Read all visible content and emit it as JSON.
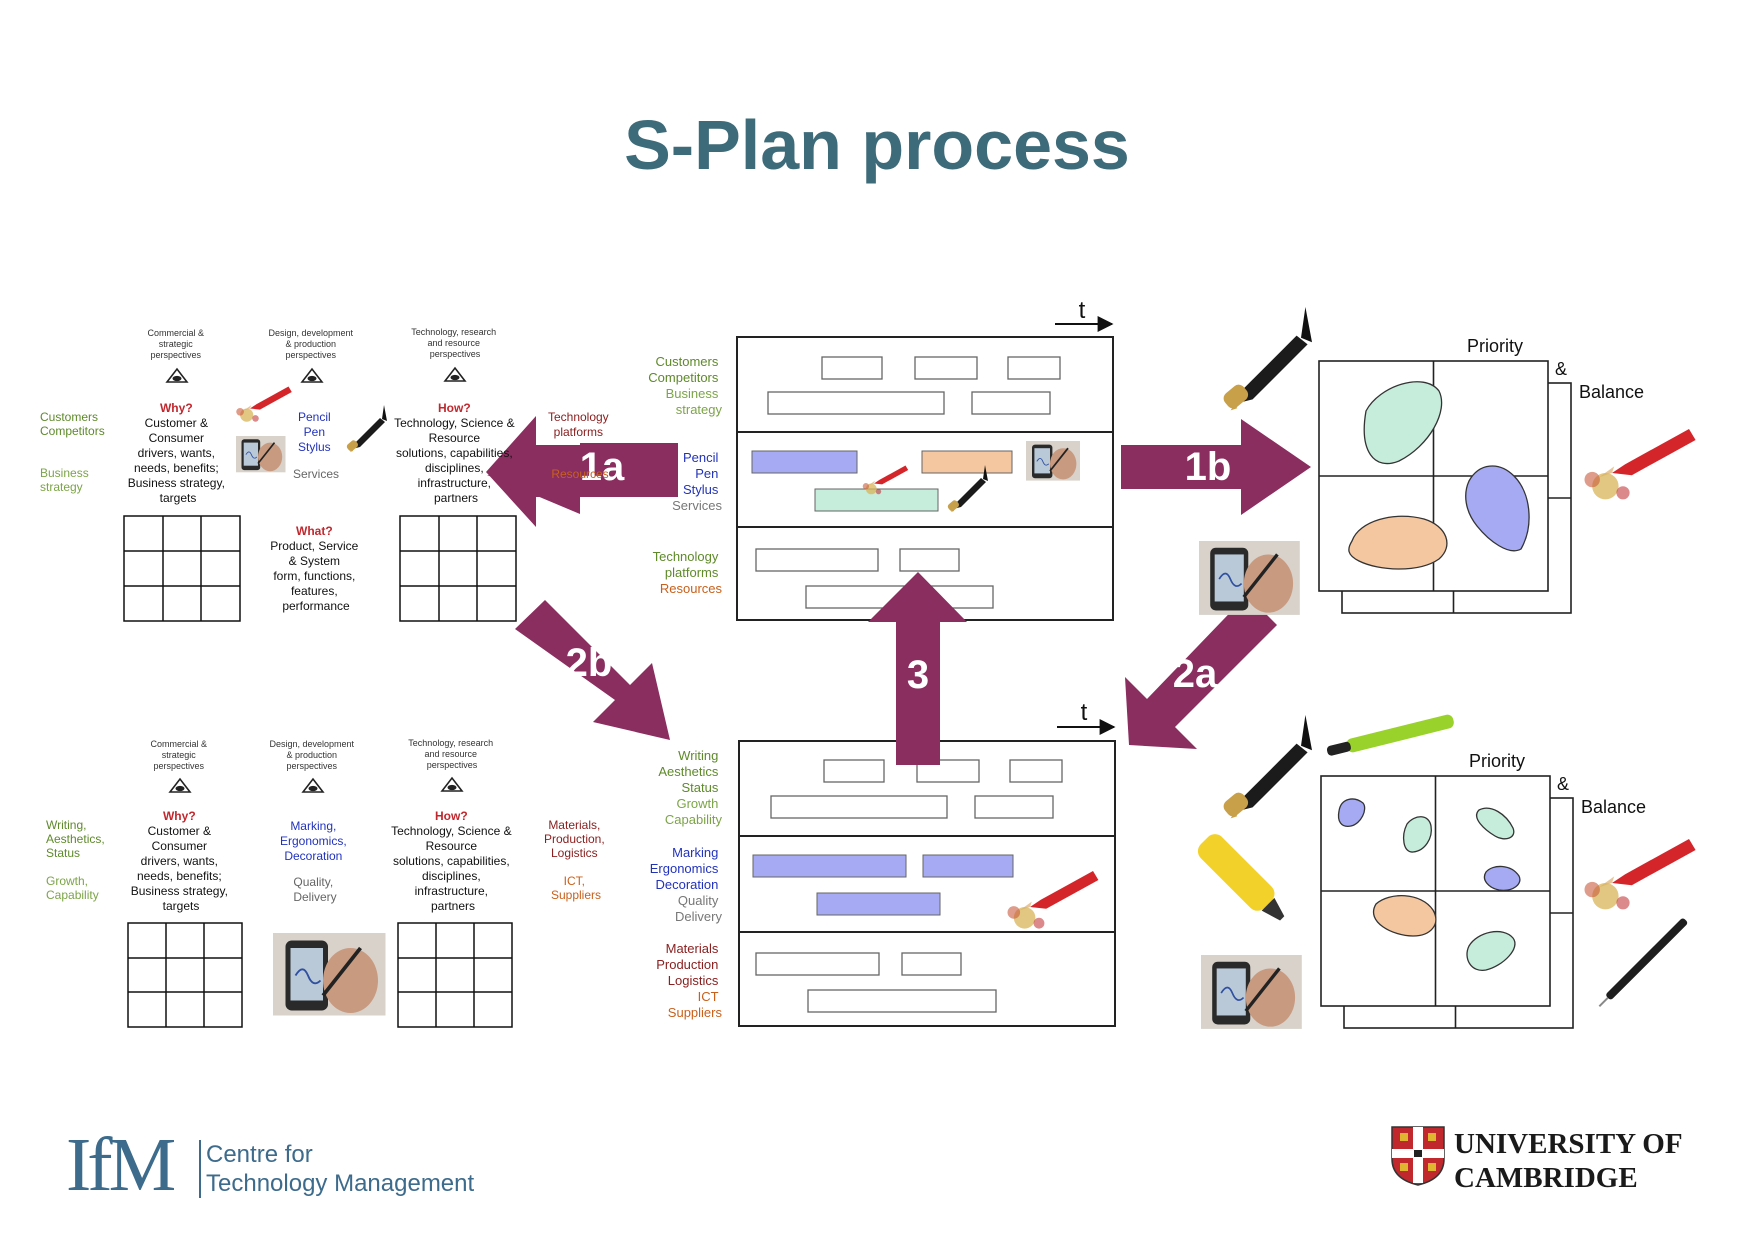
{
  "title": "S-Plan process",
  "colors": {
    "title": "#3d6b79",
    "arrow": "#8a2d5f",
    "green": "#5e8a2a",
    "blue": "#2233bb",
    "orange": "#c8601c",
    "red": "#c0282e",
    "dark": "#222222",
    "blob_green": "#c6ecdb",
    "blob_orange": "#f4c7a0",
    "blob_blue": "#a5aaf2"
  },
  "arrows": {
    "a1a": "1a",
    "a1b": "1b",
    "a2a": "2a",
    "a2b": "2b",
    "a3": "3"
  },
  "axis": {
    "t_top": "t",
    "t_bottom": "t"
  },
  "grids": {
    "top": {
      "persp_commercial": [
        "Commercial &",
        "strategic",
        "perspectives"
      ],
      "persp_design": [
        "Design, development",
        "& production",
        "perspectives"
      ],
      "persp_tech": [
        "Technology, research",
        "and resource",
        "perspectives"
      ],
      "left_green": [
        "Customers",
        "Competitors"
      ],
      "left_green2": [
        "Business",
        "strategy"
      ],
      "why_title": "Why?",
      "why_lines": [
        "Customer &",
        "Consumer",
        "drivers, wants,",
        "needs, benefits;",
        "Business strategy,",
        "targets"
      ],
      "mid_blue": [
        "Pencil",
        "Pen",
        "Stylus"
      ],
      "mid_grey": "Services",
      "what_title": "What?",
      "what_lines": [
        "Product, Service",
        "& System",
        "form, functions,",
        "features,",
        "performance"
      ],
      "how_title": "How?",
      "how_lines": [
        "Technology, Science &",
        "Resource",
        "solutions, capabilities,",
        "disciplines,",
        "infrastructure,",
        "partners"
      ],
      "right_green": [
        "Technology",
        "platforms"
      ],
      "right_orange": "Resources"
    },
    "bottom": {
      "persp_commercial": [
        "Commercial &",
        "strategic",
        "perspectives"
      ],
      "persp_design": [
        "Design, development",
        "& production",
        "perspectives"
      ],
      "persp_tech": [
        "Technology, research",
        "and resource",
        "perspectives"
      ],
      "left_green": [
        "Writing,",
        "Aesthetics,",
        "Status"
      ],
      "left_green2": [
        "Growth,",
        "Capability"
      ],
      "why_title": "Why?",
      "why_lines": [
        "Customer &",
        "Consumer",
        "drivers, wants,",
        "needs, benefits;",
        "Business strategy,",
        "targets"
      ],
      "mid_blue": [
        "Marking,",
        "Ergonomics,",
        "Decoration"
      ],
      "mid_grey": [
        "Quality,",
        "Delivery"
      ],
      "how_title": "How?",
      "how_lines": [
        "Technology, Science &",
        "Resource",
        "solutions, capabilities,",
        "disciplines,",
        "infrastructure,",
        "partners"
      ],
      "right_dark": [
        "Materials,",
        "Production,",
        "Logistics"
      ],
      "right_orange": [
        "ICT,",
        "Suppliers"
      ]
    }
  },
  "roadmaps": {
    "top": {
      "l1_green": [
        "Customers",
        "Competitors"
      ],
      "l1_green2": [
        "Business",
        "strategy"
      ],
      "l2_blue": [
        "Pencil",
        "Pen",
        "Stylus"
      ],
      "l2_grey": "Services",
      "l3_green": [
        "Technology",
        "platforms"
      ],
      "l3_orange": "Resources"
    },
    "bottom": {
      "l1_green": [
        "Writing",
        "Aesthetics",
        "Status"
      ],
      "l1_green2": [
        "Growth",
        "Capability"
      ],
      "l2_blue": [
        "Marking",
        "Ergonomics",
        "Decoration"
      ],
      "l2_grey": [
        "Quality",
        "Delivery"
      ],
      "l3_dark": [
        "Materials",
        "Production",
        "Logistics"
      ],
      "l3_orange": [
        "ICT",
        "Suppliers"
      ]
    }
  },
  "portfolios": {
    "top": {
      "priority": "Priority",
      "amp": "&",
      "balance": "Balance"
    },
    "bottom": {
      "priority": "Priority",
      "amp": "&",
      "balance": "Balance"
    }
  },
  "icons": [
    "fountain-pen-icon",
    "pencil-icon",
    "stylus-phone-icon",
    "marker-pen-icon",
    "highlighter-icon",
    "mechanical-pencil-icon",
    "eye-icon"
  ],
  "logos": {
    "ifm_mark": "IfM",
    "ifm_line1": "Centre for",
    "ifm_line2": "Technology Management",
    "cambridge_line1": "UNIVERSITY OF",
    "cambridge_line2": "CAMBRIDGE"
  }
}
